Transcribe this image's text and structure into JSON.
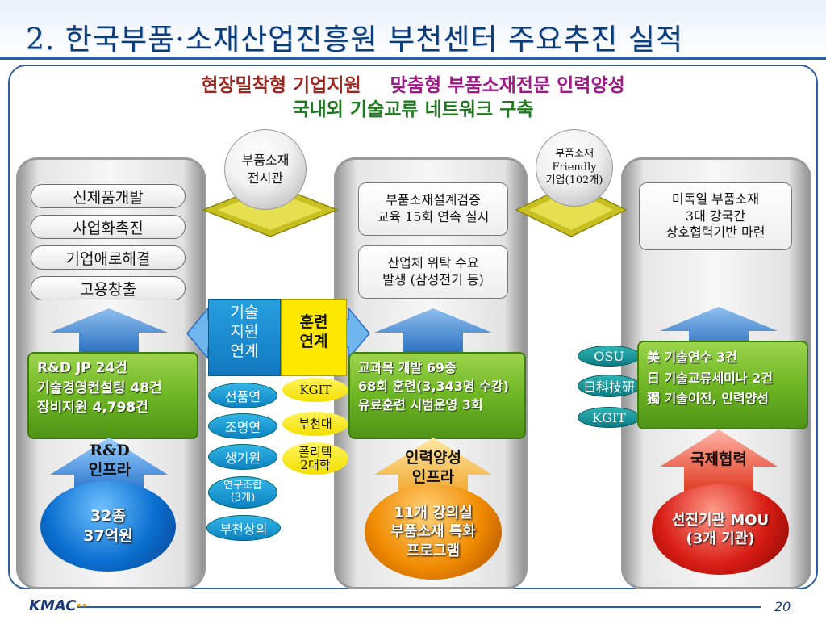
{
  "title": "2. 한국부품·소재산업진흥원 부천센터 주요추진 실적",
  "headline": {
    "line1_a": "현장밀착형 기업지원",
    "line1_b": "맞춤형  부품소재전문 인력양성",
    "line2": "국내외 기술교류 네트워크 구축"
  },
  "left": {
    "pills": [
      "신제품개발",
      "사업화촉진",
      "기업애로해결",
      "고용창출"
    ],
    "green_lines": [
      "R&D JP 24건",
      "기술경영컨설팅 48건",
      "장비지원 4,798건"
    ],
    "arrow_label": [
      "R&D",
      "인프라"
    ],
    "blob_lines": [
      "32종",
      "37억원"
    ]
  },
  "sphere_left": [
    "부품소재",
    "전시관"
  ],
  "sphere_right": [
    "부품소재",
    "Friendly",
    "기업(102개)"
  ],
  "mid_arrows": {
    "left_label": [
      "기술",
      "지원",
      "연계"
    ],
    "right_label": [
      "훈련",
      "연계"
    ]
  },
  "blue_ovals": [
    "전품연",
    "조명연",
    "생기원",
    "연구조합\n(3개)",
    "부천상의"
  ],
  "yellow_ovals": [
    "KGIT",
    "부천대",
    "폴리텍\n2대학"
  ],
  "center": {
    "box1": [
      "부품소재설계검증",
      "교육 15회 연속 실시"
    ],
    "box2": [
      "산업체 위탁 수요",
      "발생 (삼성전기 등)"
    ],
    "green_lines": [
      "교과목 개발 69종",
      "68회 훈련(3,343명 수강)",
      "유료훈련 시범운영 3회"
    ],
    "arrow_label": [
      "인력양성",
      "인프라"
    ],
    "blob_lines": [
      "11개 강의실",
      "부품소재 특화",
      "프로그램"
    ]
  },
  "right": {
    "box1": [
      "미독일 부품소재",
      "3대 강국간",
      "상호협력기반 마련"
    ],
    "teal_ovals": [
      "OSU",
      "日科技研",
      "KGIT"
    ],
    "green_lines": [
      "美 기술연수 3건",
      "日 기술교류세미나 2건",
      "獨 기술이전, 인력양성"
    ],
    "arrow_label": "국제협력",
    "blob_lines": [
      "선진기관 MOU",
      "(3개 기관)"
    ]
  },
  "footer": {
    "logo": "KMAC",
    "logo_dots": "··",
    "page": "20"
  },
  "colors": {
    "title": "#0a3d7a",
    "frame": "#2e5f9e",
    "green": "#6fb625",
    "blue_blob": "#0a6fd0",
    "orange_blob": "#f08a00",
    "red_blob": "#d81c14"
  }
}
